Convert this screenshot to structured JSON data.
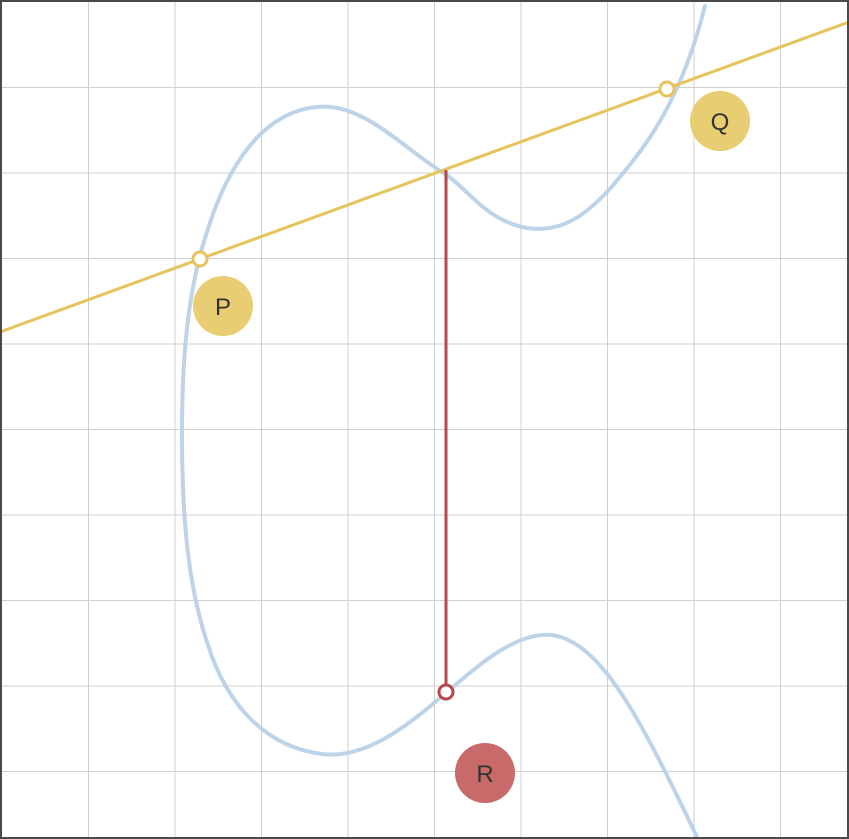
{
  "colors": {
    "grid": "#cfcfcf",
    "curve": "#bcd3e8",
    "secant_line": "#e7c35d",
    "reflection_line": "#b7474b",
    "point_p_fill": "#e9cd72",
    "point_q_fill": "#e9cd72",
    "point_r_fill": "#c96a6a",
    "label_text": "#333333"
  },
  "points": {
    "p": {
      "label": "P"
    },
    "q": {
      "label": "Q"
    },
    "r": {
      "label": "R"
    }
  },
  "icons": [
    "open-circle-marker"
  ]
}
